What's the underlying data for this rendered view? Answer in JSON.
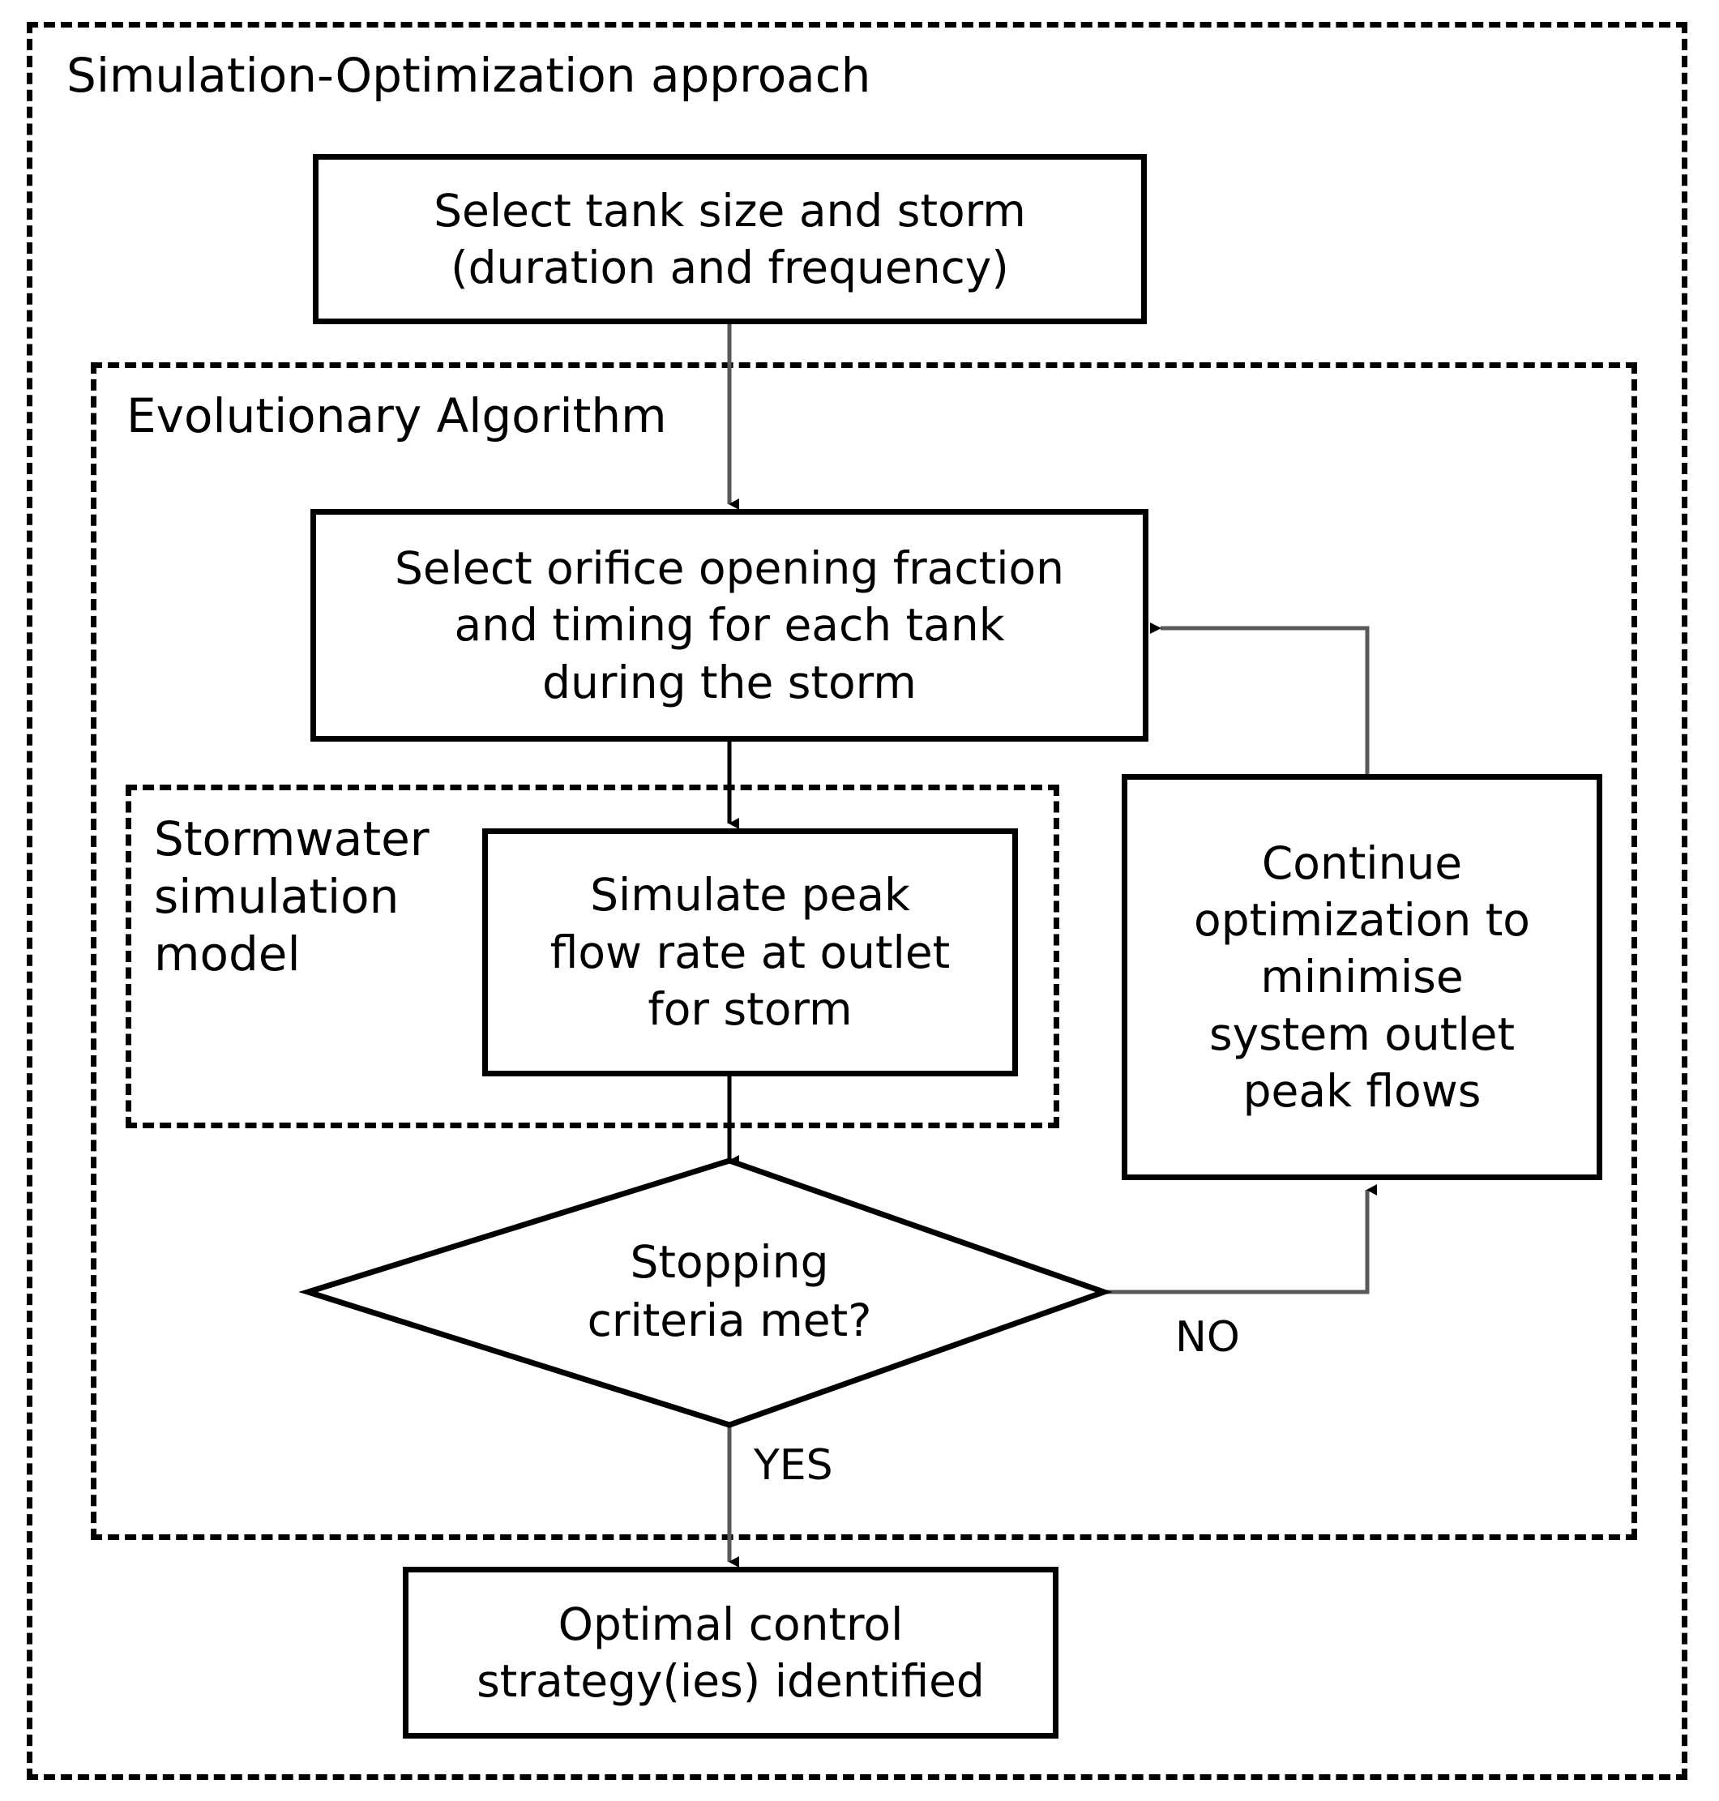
{
  "diagram": {
    "title": "Simulation-Optimization approach flowchart",
    "containers": [
      {
        "key": "outer",
        "label": "Simulation-Optimization approach",
        "style": "dashed"
      },
      {
        "key": "ea",
        "label": "Evolutionary Algorithm",
        "style": "dashed"
      },
      {
        "key": "stormwater",
        "label": "Stormwater\nsimulation\nmodel",
        "style": "dashed"
      }
    ],
    "nodes": [
      {
        "key": "select_tank",
        "shape": "rectangle",
        "label": "Select tank size and storm\n(duration and frequency)"
      },
      {
        "key": "select_orifice",
        "shape": "rectangle",
        "label": "Select orifice opening fraction\nand timing for each tank\nduring the storm"
      },
      {
        "key": "simulate_peak",
        "shape": "rectangle",
        "label": "Simulate peak\nflow rate at outlet\nfor storm"
      },
      {
        "key": "continue_optimization",
        "shape": "rectangle",
        "label": "Continue\noptimization to\nminimise\nsystem outlet\npeak flows"
      },
      {
        "key": "stopping_criteria",
        "shape": "diamond",
        "label": "Stopping\ncriteria met?"
      },
      {
        "key": "optimal_control",
        "shape": "rectangle",
        "label": "Optimal control\nstrategy(ies) identified"
      }
    ],
    "edges": [
      {
        "from": "select_tank",
        "to": "select_orifice",
        "label": ""
      },
      {
        "from": "select_orifice",
        "to": "simulate_peak",
        "label": ""
      },
      {
        "from": "simulate_peak",
        "to": "stopping_criteria",
        "label": ""
      },
      {
        "from": "stopping_criteria",
        "to": "continue_optimization",
        "label": "NO"
      },
      {
        "from": "continue_optimization",
        "to": "select_orifice",
        "label": ""
      },
      {
        "from": "stopping_criteria",
        "to": "optimal_control",
        "label": "YES"
      }
    ],
    "edge_labels": {
      "no": "NO",
      "yes": "YES"
    },
    "colors": {
      "stroke": "#000000",
      "background": "#ffffff",
      "text": "#000000"
    }
  }
}
